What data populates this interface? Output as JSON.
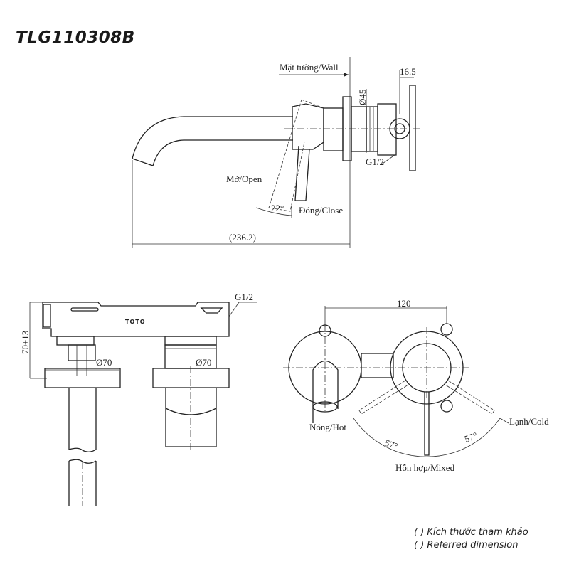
{
  "title": "TLG110308B",
  "side_view": {
    "wall_label": "Mặt tường/Wall",
    "dim_plate": "16.5",
    "dim_diameter": "Ø45",
    "thread": "G1/2",
    "open_label": "Mở/Open",
    "close_label": "Đóng/Close",
    "angle": "22°",
    "length": "(236.2)"
  },
  "front_view": {
    "height": "70±13",
    "thread": "G1/2",
    "brand": "TOTO",
    "diameter_left": "Ø70",
    "diameter_right": "Ø70"
  },
  "top_view": {
    "spacing": "120",
    "hot_label": "Nóng/Hot",
    "cold_label": "Lạnh/Cold",
    "mixed_label": "Hỗn hợp/Mixed",
    "angle_left": "57°",
    "angle_right": "57°"
  },
  "notes": [
    "( ) Kích thước tham khảo",
    "( ) Referred dimension"
  ]
}
